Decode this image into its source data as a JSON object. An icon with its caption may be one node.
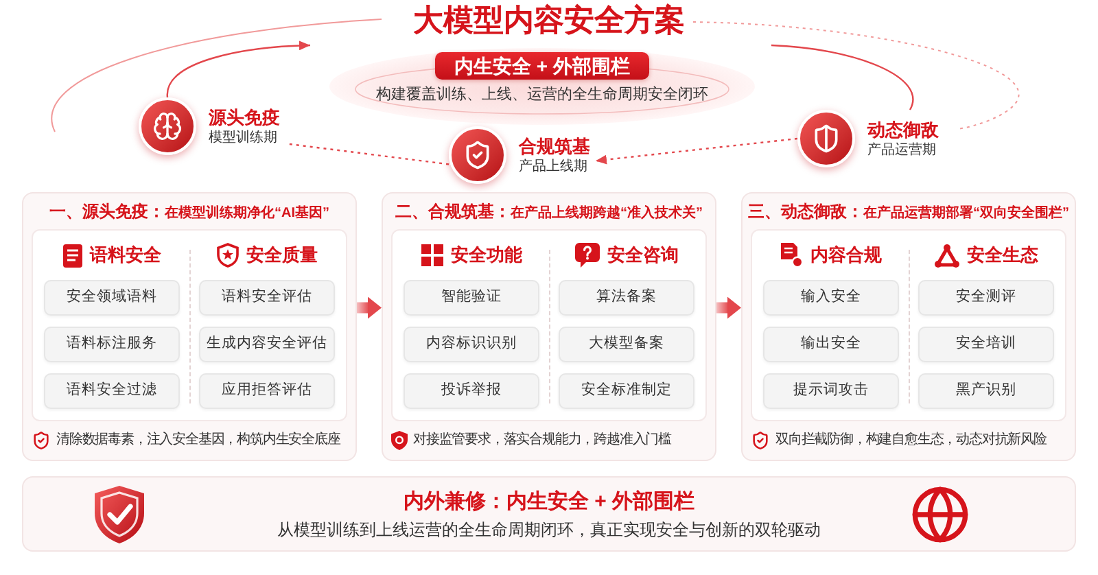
{
  "diagram": {
    "title": "大模型内容安全方案",
    "nodes": [
      {
        "text": [
          "构建覆盖训练、上线、运营的全生命周期安全闭环"
        ]
      },
      {
        "text": [
          "内生安全 + 外部围栏"
        ],
        "in": 0
      },
      {
        "text": [
          "源头免疫",
          "模型训练期"
        ]
      },
      {
        "text": [
          "合规筑基",
          "产品上线期"
        ]
      },
      {
        "text": [
          "动态御敌",
          "产品运营期"
        ]
      },
      {
        "text": [
          "一、源头免疫：",
          "在模型训练期净化“AI基因”",
          "清除数据毒素，注入安全基因，构筑内生安全底座"
        ]
      },
      {
        "text": [
          "语料安全",
          "安全质量"
        ],
        "in": 5
      },
      {
        "text": [
          "安全领域语料"
        ],
        "in": 6
      },
      {
        "text": [
          "语料标注服务"
        ],
        "in": 6
      },
      {
        "text": [
          "语料安全过滤"
        ],
        "in": 6
      },
      {
        "text": [
          "语料安全评估"
        ],
        "in": 6
      },
      {
        "text": [
          "生成内容安全评估"
        ],
        "in": 6
      },
      {
        "text": [
          "应用拒答评估"
        ],
        "in": 6
      },
      {
        "text": [
          "二、合规筑基：",
          "在产品上线期跨越“准入技术关”",
          "对接监管要求，落实合规能力，跨越准入门槛"
        ]
      },
      {
        "text": [
          "安全功能",
          "安全咨询"
        ],
        "in": 13
      },
      {
        "text": [
          "智能验证"
        ],
        "in": 14
      },
      {
        "text": [
          "内容标识识别"
        ],
        "in": 14
      },
      {
        "text": [
          "投诉举报"
        ],
        "in": 14
      },
      {
        "text": [
          "算法备案"
        ],
        "in": 14
      },
      {
        "text": [
          "大模型备案"
        ],
        "in": 14
      },
      {
        "text": [
          "安全标准制定"
        ],
        "in": 14
      },
      {
        "text": [
          "三、动态御敌：",
          "在产品运营期部署“双向安全围栏”",
          "双向拦截防御，构建自愈生态，动态对抗新风险"
        ]
      },
      {
        "text": [
          "内容合规",
          "安全生态"
        ],
        "in": 21
      },
      {
        "text": [
          "输入安全"
        ],
        "in": 22
      },
      {
        "text": [
          "输出安全"
        ],
        "in": 22
      },
      {
        "text": [
          "提示词攻击"
        ],
        "in": 22
      },
      {
        "text": [
          "安全测评"
        ],
        "in": 22
      },
      {
        "text": [
          "安全培训"
        ],
        "in": 22
      },
      {
        "text": [
          "黑产识别"
        ],
        "in": 22
      },
      {
        "text": [
          "内外兼修：内生安全 + 外部围栏",
          "从模型训练到上线运营的全生命周期闭环，真正实现安全与创新的双轮驱动"
        ]
      }
    ],
    "edges": [
      {
        "from": 2,
        "to": null,
        "arrow": "to"
      },
      {
        "from": null,
        "to": 4,
        "arrow": "none"
      },
      {
        "from": 4,
        "to": 3,
        "arrow": "to",
        "style": "dashed"
      },
      {
        "from": 3,
        "to": 2,
        "arrow": "none",
        "style": "dashed"
      },
      {
        "from": 5,
        "to": 13,
        "arrow": "to",
        "style": "thick"
      },
      {
        "from": 13,
        "to": 21,
        "arrow": "to",
        "style": "thick"
      }
    ]
  }
}
